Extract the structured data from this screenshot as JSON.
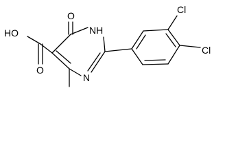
{
  "molecule": {
    "atom_labels": {
      "carboxyl_hydroxyl": "HO",
      "carboxyl_oxygen": "O",
      "ring_carbonyl_oxygen": "O",
      "ring_nh": "NH",
      "ring_n": "N",
      "chlorine_upper": "Cl",
      "chlorine_lower": "Cl"
    },
    "line_color": "#000000"
  }
}
